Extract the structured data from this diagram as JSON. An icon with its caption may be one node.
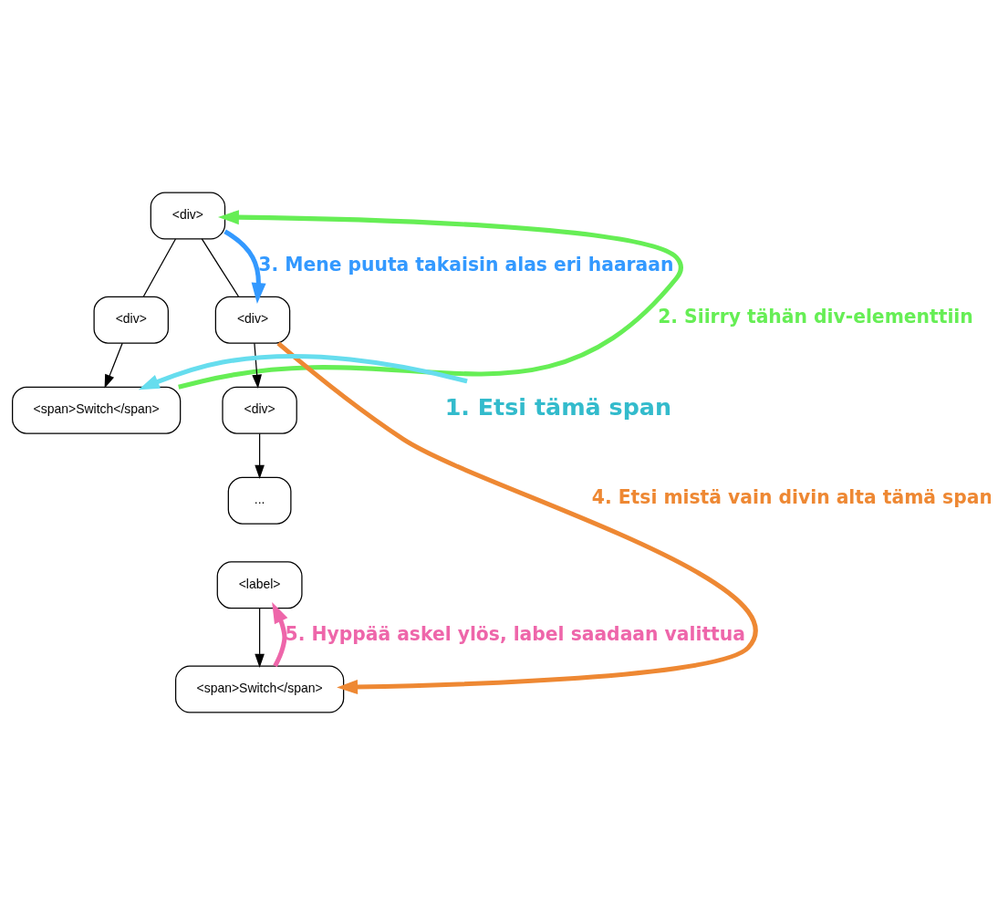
{
  "diagram": {
    "nodes": [
      {
        "text": [
          "<div>"
        ]
      },
      {
        "text": [
          "<div>"
        ]
      },
      {
        "text": [
          "<span>Switch</span>"
        ]
      },
      {
        "text": [
          "<div>"
        ]
      },
      {
        "text": [
          "<div>"
        ]
      },
      {
        "text": [
          "..."
        ]
      },
      {
        "text": [
          "<label>"
        ]
      },
      {
        "text": [
          "<span>Switch</span>"
        ]
      },
      {
        "text": [
          "1. Etsi tämä span"
        ]
      }
    ],
    "edges": [
      {
        "from": 0,
        "to": 1,
        "arrow": "none"
      },
      {
        "from": 0,
        "to": 3,
        "arrow": "none"
      },
      {
        "from": 1,
        "to": 2,
        "arrow": "to"
      },
      {
        "from": 3,
        "to": 4,
        "arrow": "to"
      },
      {
        "from": 4,
        "to": 5,
        "arrow": "to"
      },
      {
        "from": 6,
        "to": 7,
        "arrow": "to"
      },
      {
        "from": 8,
        "to": 2,
        "arrow": "to",
        "style": "thick",
        "color": "#66ddee"
      },
      {
        "from": 2,
        "to": 0,
        "arrow": "to",
        "label": "2. Siirry tähän div-elementtiin",
        "style": "thick",
        "color": "#66ee55"
      },
      {
        "from": 0,
        "to": 3,
        "arrow": "to",
        "label": "3. Mene puuta takaisin alas eri haaraan",
        "style": "thick",
        "color": "#3399ff"
      },
      {
        "from": 3,
        "to": 7,
        "arrow": "to",
        "label": "4. Etsi mistä vain divin alta tämä span",
        "style": "thick",
        "color": "#ee8833"
      },
      {
        "from": 7,
        "to": 6,
        "arrow": "to",
        "label": "5. Hyppää askel ylös, label saadaan valittua",
        "style": "thick",
        "color": "#ee66aa"
      }
    ]
  }
}
